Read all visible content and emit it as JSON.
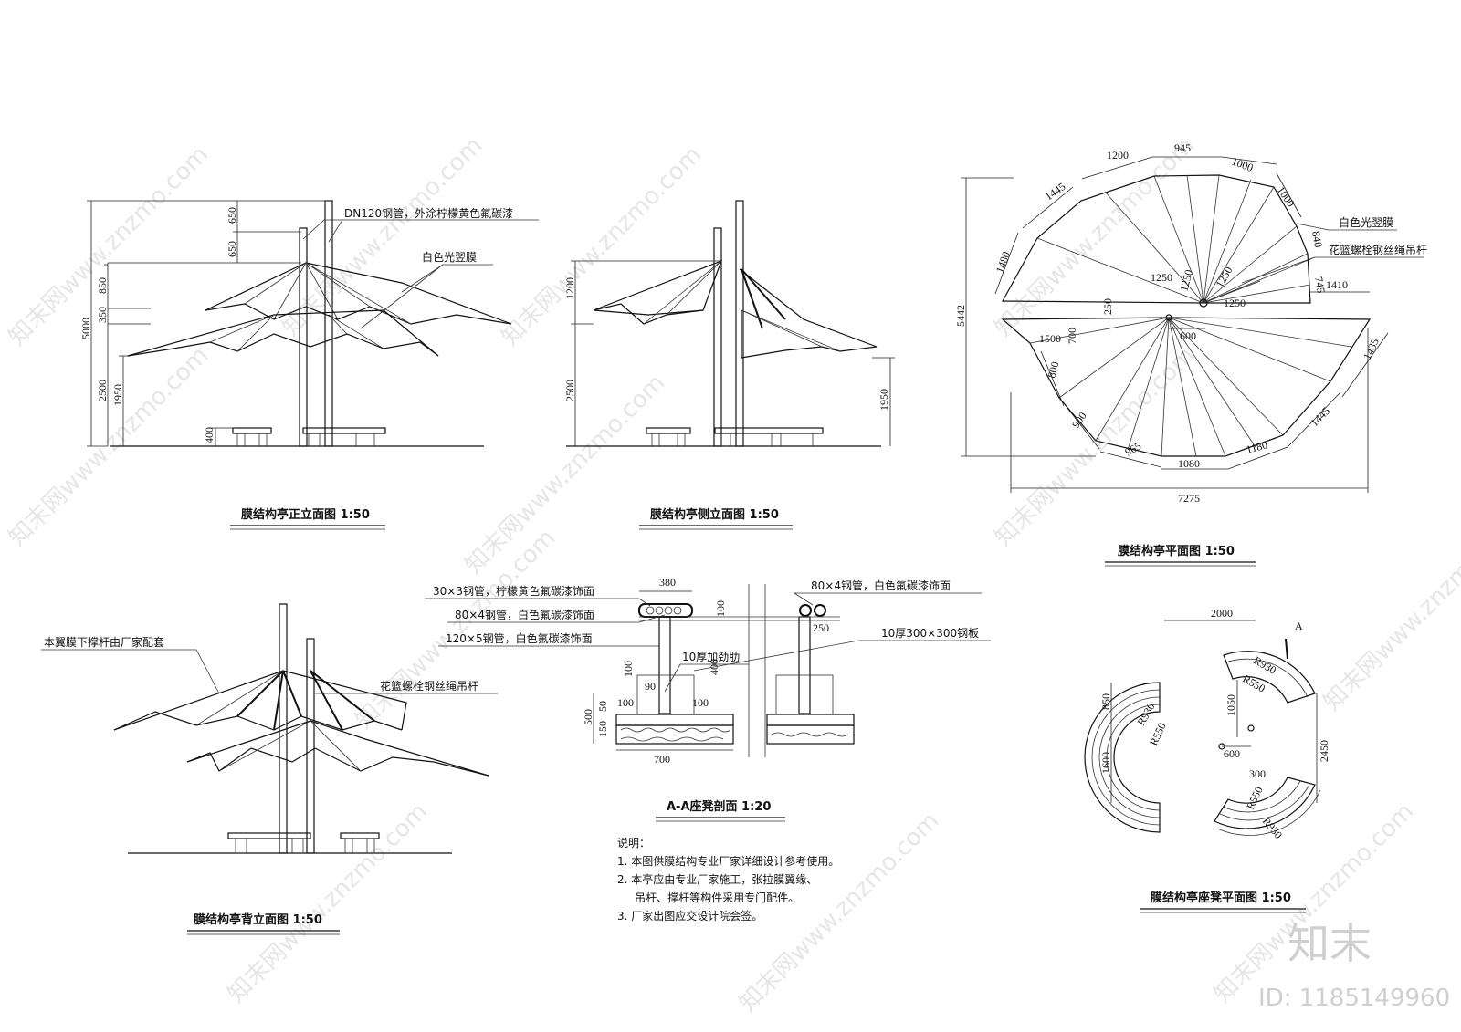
{
  "front": {
    "title": "膜结构亭正立面图  1:50",
    "callout_pipe": "DN120钢管，外涂柠檬黄色氟碳漆",
    "callout_membrane": "白色光翌膜",
    "dims": [
      "650",
      "650",
      "850",
      "350",
      "5000",
      "2500",
      "1950",
      "400"
    ]
  },
  "side": {
    "title": "膜结构亭侧立面图  1:50",
    "dims": [
      "1200",
      "2500",
      "1950"
    ]
  },
  "plan": {
    "title": "膜结构亭平面图  1:50",
    "callout_membrane": "白色光翌膜",
    "callout_cable": "花篮螺栓钢丝绳吊杆",
    "dims_top": [
      "1200",
      "945",
      "1000",
      "1445",
      "1000",
      "1480",
      "840",
      "745",
      "1410",
      "1250",
      "1250",
      "1250",
      "1250",
      "250"
    ],
    "dims_bottom": [
      "1500",
      "700",
      "600",
      "1435",
      "800",
      "900",
      "965",
      "1080",
      "1180",
      "1445"
    ],
    "overall_w": "7275",
    "overall_h": "5442"
  },
  "back": {
    "title": "膜结构亭背立面图  1:50",
    "callout_strut": "本翼膜下撑杆由厂家配套",
    "callout_cable": "花篮螺栓钢丝绳吊杆"
  },
  "section": {
    "title": "A-A座凳剖面  1:20",
    "callouts": [
      "30×3钢管，柠檬黄色氟碳漆饰面",
      "80×4钢管，白色氟碳漆饰面",
      "120×5钢管，白色氟碳漆饰面",
      "80×4钢管，白色氟碳漆饰面",
      "10厚300×300钢板",
      "10厚加劲肋"
    ],
    "dims": [
      "380",
      "100",
      "400",
      "100",
      "250",
      "100",
      "90",
      "100",
      "500",
      "150",
      "50",
      "700"
    ]
  },
  "bench": {
    "title": "膜结构亭座凳平面图  1:50",
    "dims": [
      "2000",
      "850",
      "1600",
      "1050",
      "2450",
      "600",
      "300",
      "R930",
      "R550",
      "R550",
      "R930",
      "R930",
      "R550"
    ],
    "section_mark": "A"
  },
  "notes": {
    "heading": "说明：",
    "items": [
      "1.  本图供膜结构专业厂家详细设计参考使用。",
      "2.  本亭应由专业厂家施工，张拉膜翼缘、",
      "     吊杆、撑杆等构件采用专门配件。",
      "3.  厂家出图应交设计院会签。"
    ]
  },
  "brand": {
    "logo_text": "知末",
    "id_text": "ID: 1185149960",
    "watermark": "知末网www.znzmo.com"
  }
}
